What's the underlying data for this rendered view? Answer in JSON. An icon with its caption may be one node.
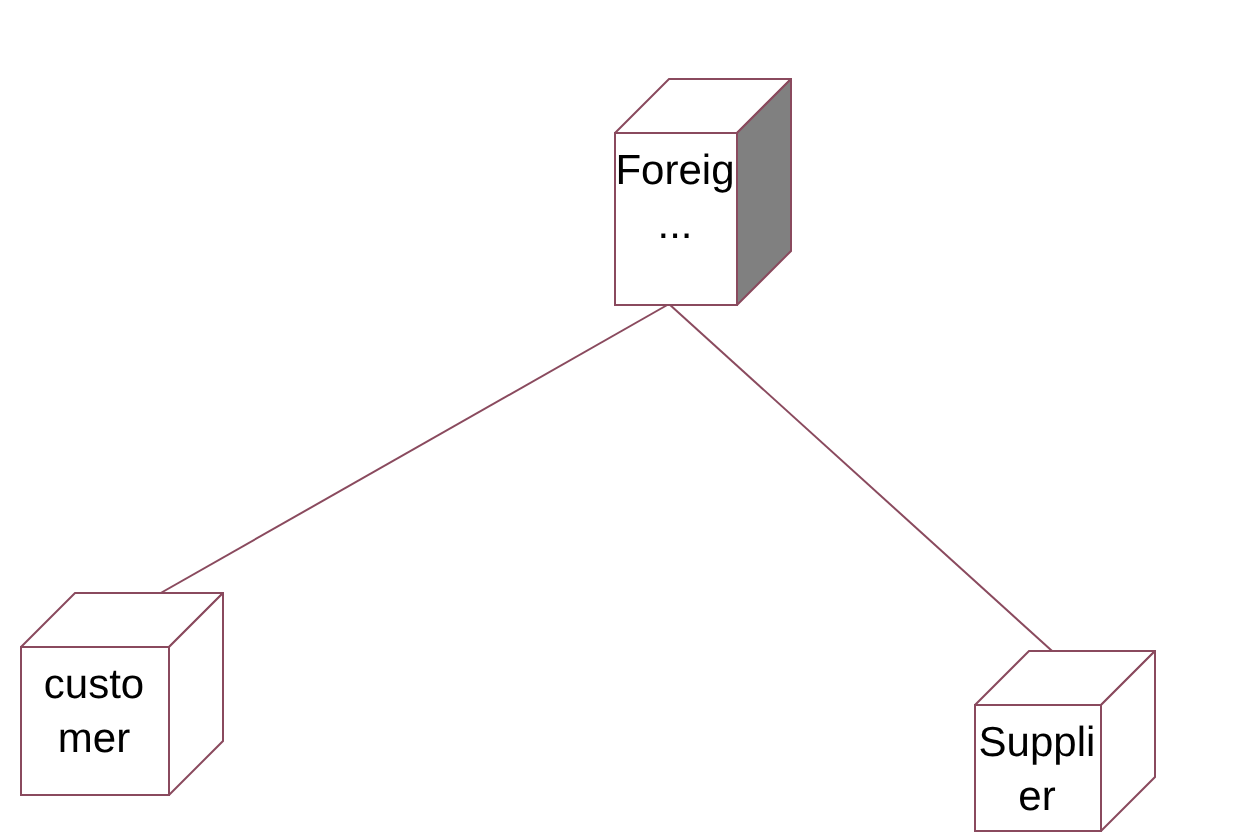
{
  "diagram": {
    "nodes": [
      {
        "text": [
          "Foreig ..."
        ]
      },
      {
        "text": [
          "custo mer"
        ]
      },
      {
        "text": [
          "Suppli er"
        ]
      }
    ],
    "edges": [
      {
        "from": 0,
        "to": 1,
        "arrow": "none"
      },
      {
        "from": 0,
        "to": 2,
        "arrow": "none"
      }
    ]
  }
}
